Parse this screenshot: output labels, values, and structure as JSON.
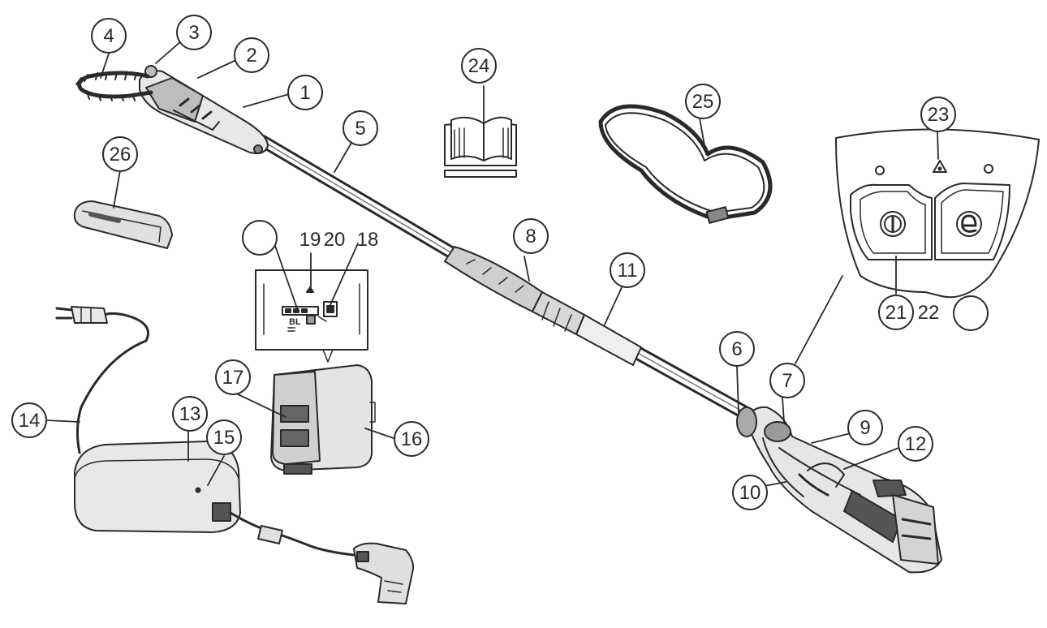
{
  "callouts": {
    "c1": "1",
    "c2": "2",
    "c3": "3",
    "c4": "4",
    "c5": "5",
    "c6": "6",
    "c7": "7",
    "c8": "8",
    "c9": "9",
    "c10": "10",
    "c11": "11",
    "c12": "12",
    "c13": "13",
    "c14": "14",
    "c15": "15",
    "c16": "16",
    "c17": "17",
    "c18": "18",
    "c19": "19",
    "c20": "20",
    "c21": "21",
    "c22": "22",
    "c23": "23",
    "c24": "24",
    "c25": "25",
    "c26": "26"
  },
  "battery_detail": {
    "bl_label": "BL"
  },
  "colors": {
    "ink": "#2a2a2a",
    "body": "#e3e3e3",
    "dark": "#4a4a4a"
  },
  "icons": [
    "open-book-icon",
    "power-icon",
    "eco-mode-icon",
    "warning-icon",
    "plug-icon"
  ]
}
